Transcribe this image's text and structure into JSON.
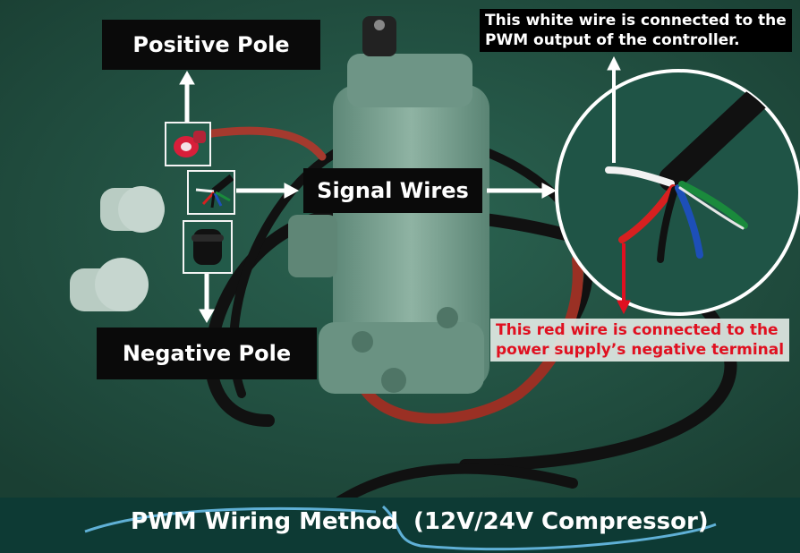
{
  "labels": {
    "positive_pole": "Positive Pole",
    "negative_pole": "Negative Pole",
    "signal_wires": "Signal Wires"
  },
  "notes": {
    "white_wire": [
      "This white wire is connected to the",
      "PWM output of the controller."
    ],
    "red_wire": [
      "This red wire is connected to the",
      "power supply’s negative terminal"
    ]
  },
  "footer": {
    "method": "PWM Wiring Method",
    "compressor": "(12V/24V Compressor)"
  },
  "colors": {
    "background_green": "#1f4a3d",
    "footer_band": "#0d3a34",
    "red_note_text": "#e01020",
    "arrow_white": "#ffffff",
    "arrow_red": "#e01020"
  }
}
